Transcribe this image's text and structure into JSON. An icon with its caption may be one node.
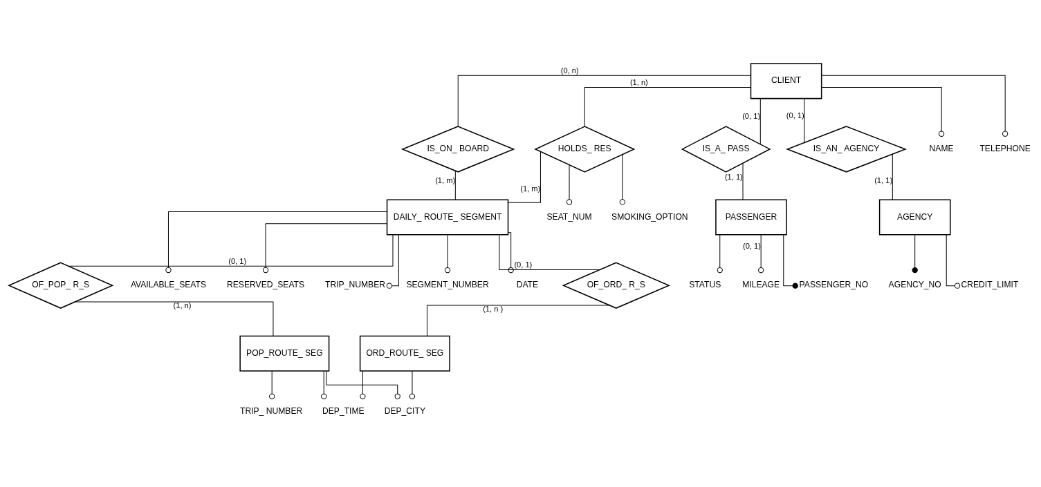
{
  "diagram": {
    "nodes": [
      {
        "text": [
          "CLIENT"
        ]
      },
      {
        "text": [
          "HOLDS_ RES"
        ]
      },
      {
        "text": [
          "IS_ON_ BOARD"
        ]
      },
      {
        "text": [
          "DAILY_ ROUTE_ SEGMENT"
        ]
      },
      {
        "text": [
          "IS_A_ PASS"
        ]
      },
      {
        "text": [
          "IS_AN_ AGENCY"
        ]
      },
      {
        "text": [
          "PASSENGER"
        ]
      },
      {
        "text": [
          "AGENCY"
        ]
      },
      {
        "text": [
          "OF_ORD_ R_S"
        ]
      },
      {
        "text": [
          "OF_POP_ R_S"
        ]
      },
      {
        "text": [
          "ORD_ROUTE_ SEG"
        ]
      },
      {
        "text": [
          "POP_ROUTE_ SEG"
        ]
      },
      {
        "text": [
          "NAME"
        ]
      },
      {
        "text": [
          "TELEPHONE"
        ]
      },
      {
        "text": [
          "SMOKING_OPTION"
        ]
      },
      {
        "text": [
          "SEAT_NUM"
        ]
      },
      {
        "text": [
          "AVAILABLE_SEATS"
        ]
      },
      {
        "text": [
          "RESERVED_SEATS"
        ]
      },
      {
        "text": [
          "TRIP_NUMBER"
        ]
      },
      {
        "text": [
          "SEGMENT_NUMBER"
        ]
      },
      {
        "text": [
          "DATE"
        ]
      },
      {
        "text": [
          "STATUS"
        ]
      },
      {
        "text": [
          "MILEAGE"
        ]
      },
      {
        "text": [
          "PASSENGER_NO"
        ]
      },
      {
        "text": [
          "AGENCY_NO"
        ]
      },
      {
        "text": [
          "CREDIT_LIMIT"
        ]
      },
      {
        "text": [
          "DEP_CITY"
        ]
      },
      {
        "text": [
          "DEP_TIME"
        ]
      },
      {
        "text": [
          "TRIP_ NUMBER"
        ]
      }
    ],
    "edges": [
      {
        "from": 0,
        "to": 1,
        "arrow": "none",
        "label": "(1, n)"
      },
      {
        "from": 1,
        "to": 3,
        "arrow": "none",
        "label": "(1, m)"
      },
      {
        "from": 0,
        "to": 2,
        "arrow": "none",
        "label": "(0, n)"
      },
      {
        "from": 2,
        "to": 3,
        "arrow": "none",
        "label": "(1, m)"
      },
      {
        "from": 0,
        "to": 4,
        "arrow": "none",
        "label": "(0, 1)"
      },
      {
        "from": 4,
        "to": 6,
        "arrow": "none",
        "label": "(1, 1)"
      },
      {
        "from": 0,
        "to": 5,
        "arrow": "none",
        "label": "(0, 1)"
      },
      {
        "from": 5,
        "to": 7,
        "arrow": "none",
        "label": "(1, 1)"
      },
      {
        "from": 3,
        "to": 8,
        "arrow": "none",
        "label": "(0, 1)"
      },
      {
        "from": 8,
        "to": 10,
        "arrow": "none",
        "label": "(1, n )"
      },
      {
        "from": 3,
        "to": 9,
        "arrow": "none",
        "label": "(0, 1)"
      },
      {
        "from": 9,
        "to": 11,
        "arrow": "none",
        "label": "(1, n)"
      },
      {
        "from": 0,
        "to": 12,
        "arrow": "other"
      },
      {
        "from": 0,
        "to": 13,
        "arrow": "other"
      },
      {
        "from": 1,
        "to": 14,
        "arrow": "other"
      },
      {
        "from": 1,
        "to": 15,
        "arrow": "other"
      },
      {
        "from": 3,
        "to": 16,
        "arrow": "other"
      },
      {
        "from": 3,
        "to": 17,
        "arrow": "other"
      },
      {
        "from": 3,
        "to": 18,
        "arrow": "other"
      },
      {
        "from": 3,
        "to": 19,
        "arrow": "other"
      },
      {
        "from": 3,
        "to": 20,
        "arrow": "other"
      },
      {
        "from": 6,
        "to": 21,
        "arrow": "other"
      },
      {
        "from": 6,
        "to": 22,
        "arrow": "other",
        "label": "(0, 1)"
      },
      {
        "from": 6,
        "to": 23,
        "arrow": "other"
      },
      {
        "from": 7,
        "to": 24,
        "arrow": "other"
      },
      {
        "from": 7,
        "to": 25,
        "arrow": "other"
      },
      {
        "from": 10,
        "to": 26,
        "arrow": "other"
      },
      {
        "from": 10,
        "to": 27,
        "arrow": "other"
      },
      {
        "from": 11,
        "to": 26,
        "arrow": "other"
      },
      {
        "from": 11,
        "to": 27,
        "arrow": "other"
      },
      {
        "from": 11,
        "to": 28,
        "arrow": "other"
      }
    ]
  }
}
